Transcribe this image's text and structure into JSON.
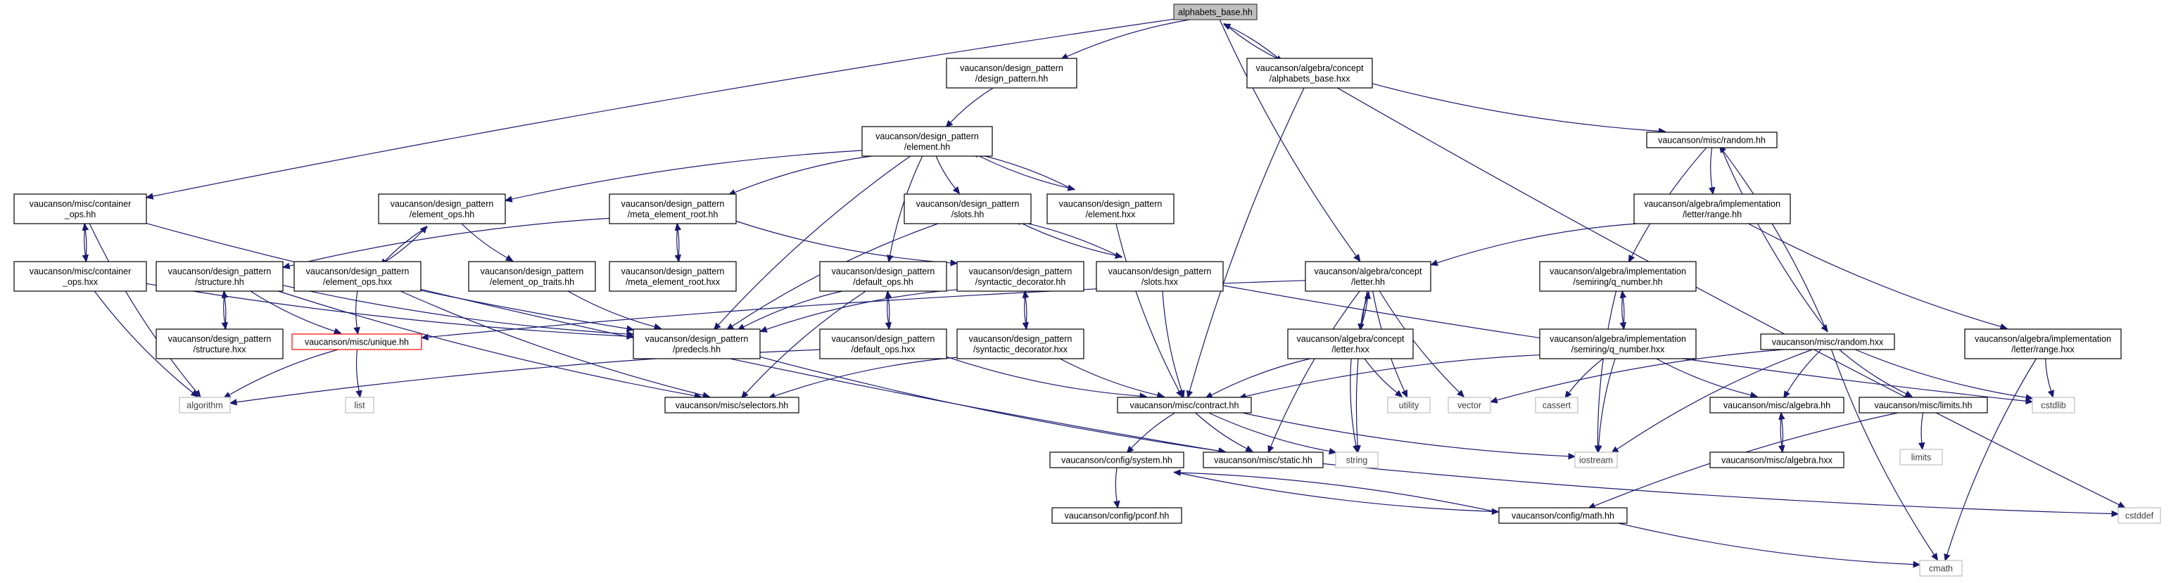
{
  "nodes": [
    {
      "id": "alphabets_base_hh",
      "lines": [
        "alphabets_base.hh"
      ],
      "kind": "current"
    },
    {
      "id": "dp_design_pattern_hh",
      "lines": [
        "vaucanson/design_pattern",
        "/design_pattern.hh"
      ],
      "kind": "normal"
    },
    {
      "id": "algebra_alphabets_base_hxx",
      "lines": [
        "vaucanson/algebra/concept",
        "/alphabets_base.hxx"
      ],
      "kind": "normal"
    },
    {
      "id": "dp_element_hh",
      "lines": [
        "vaucanson/design_pattern",
        "/element.hh"
      ],
      "kind": "normal"
    },
    {
      "id": "misc_random_hh",
      "lines": [
        "vaucanson/misc/random.hh"
      ],
      "kind": "normal"
    },
    {
      "id": "misc_container_ops_hh",
      "lines": [
        "vaucanson/misc/container",
        "_ops.hh"
      ],
      "kind": "normal"
    },
    {
      "id": "dp_element_ops_hh",
      "lines": [
        "vaucanson/design_pattern",
        "/element_ops.hh"
      ],
      "kind": "normal"
    },
    {
      "id": "dp_meta_element_root_hh",
      "lines": [
        "vaucanson/design_pattern",
        "/meta_element_root.hh"
      ],
      "kind": "normal"
    },
    {
      "id": "dp_slots_hh",
      "lines": [
        "vaucanson/design_pattern",
        "/slots.hh"
      ],
      "kind": "normal"
    },
    {
      "id": "dp_element_hxx",
      "lines": [
        "vaucanson/design_pattern",
        "/element.hxx"
      ],
      "kind": "normal"
    },
    {
      "id": "impl_letter_range_hh",
      "lines": [
        "vaucanson/algebra/implementation",
        "/letter/range.hh"
      ],
      "kind": "normal"
    },
    {
      "id": "misc_container_ops_hxx",
      "lines": [
        "vaucanson/misc/container",
        "_ops.hxx"
      ],
      "kind": "normal"
    },
    {
      "id": "dp_structure_hh",
      "lines": [
        "vaucanson/design_pattern",
        "/structure.hh"
      ],
      "kind": "normal"
    },
    {
      "id": "dp_element_ops_hxx",
      "lines": [
        "vaucanson/design_pattern",
        "/element_ops.hxx"
      ],
      "kind": "normal"
    },
    {
      "id": "dp_element_op_traits_hh",
      "lines": [
        "vaucanson/design_pattern",
        "/element_op_traits.hh"
      ],
      "kind": "normal"
    },
    {
      "id": "dp_meta_element_root_hxx",
      "lines": [
        "vaucanson/design_pattern",
        "/meta_element_root.hxx"
      ],
      "kind": "normal"
    },
    {
      "id": "dp_default_ops_hh",
      "lines": [
        "vaucanson/design_pattern",
        "/default_ops.hh"
      ],
      "kind": "normal"
    },
    {
      "id": "dp_syntactic_decorator_hh",
      "lines": [
        "vaucanson/design_pattern",
        "/syntactic_decorator.hh"
      ],
      "kind": "normal"
    },
    {
      "id": "dp_slots_hxx",
      "lines": [
        "vaucanson/design_pattern",
        "/slots.hxx"
      ],
      "kind": "normal"
    },
    {
      "id": "algebra_letter_hh",
      "lines": [
        "vaucanson/algebra/concept",
        "/letter.hh"
      ],
      "kind": "normal"
    },
    {
      "id": "impl_q_number_hh",
      "lines": [
        "vaucanson/algebra/implementation",
        "/semiring/q_number.hh"
      ],
      "kind": "normal"
    },
    {
      "id": "misc_random_hxx",
      "lines": [
        "vaucanson/misc/random.hxx"
      ],
      "kind": "normal"
    },
    {
      "id": "impl_letter_range_hxx",
      "lines": [
        "vaucanson/algebra/implementation",
        "/letter/range.hxx"
      ],
      "kind": "normal"
    },
    {
      "id": "dp_structure_hxx",
      "lines": [
        "vaucanson/design_pattern",
        "/structure.hxx"
      ],
      "kind": "normal"
    },
    {
      "id": "misc_unique_hh",
      "lines": [
        "vaucanson/misc/unique.hh"
      ],
      "kind": "missing"
    },
    {
      "id": "dp_predecls_hh",
      "lines": [
        "vaucanson/design_pattern",
        "/predecls.hh"
      ],
      "kind": "normal"
    },
    {
      "id": "dp_default_ops_hxx",
      "lines": [
        "vaucanson/design_pattern",
        "/default_ops.hxx"
      ],
      "kind": "normal"
    },
    {
      "id": "dp_syntactic_decorator_hxx",
      "lines": [
        "vaucanson/design_pattern",
        "/syntactic_decorator.hxx"
      ],
      "kind": "normal"
    },
    {
      "id": "algebra_letter_hxx",
      "lines": [
        "vaucanson/algebra/concept",
        "/letter.hxx"
      ],
      "kind": "normal"
    },
    {
      "id": "impl_q_number_hxx",
      "lines": [
        "vaucanson/algebra/implementation",
        "/semiring/q_number.hxx"
      ],
      "kind": "normal"
    },
    {
      "id": "algorithm",
      "lines": [
        "algorithm"
      ],
      "kind": "system"
    },
    {
      "id": "list",
      "lines": [
        "list"
      ],
      "kind": "system"
    },
    {
      "id": "misc_selectors_hh",
      "lines": [
        "vaucanson/misc/selectors.hh"
      ],
      "kind": "normal"
    },
    {
      "id": "misc_contract_hh",
      "lines": [
        "vaucanson/misc/contract.hh"
      ],
      "kind": "normal"
    },
    {
      "id": "utility",
      "lines": [
        "utility"
      ],
      "kind": "system"
    },
    {
      "id": "vector",
      "lines": [
        "vector"
      ],
      "kind": "system"
    },
    {
      "id": "cassert",
      "lines": [
        "cassert"
      ],
      "kind": "system"
    },
    {
      "id": "misc_algebra_hh",
      "lines": [
        "vaucanson/misc/algebra.hh"
      ],
      "kind": "normal"
    },
    {
      "id": "misc_limits_hh",
      "lines": [
        "vaucanson/misc/limits.hh"
      ],
      "kind": "normal"
    },
    {
      "id": "cstdlib",
      "lines": [
        "cstdlib"
      ],
      "kind": "system"
    },
    {
      "id": "limits",
      "lines": [
        "limits"
      ],
      "kind": "system"
    },
    {
      "id": "config_system_hh",
      "lines": [
        "vaucanson/config/system.hh"
      ],
      "kind": "normal"
    },
    {
      "id": "misc_static_hh",
      "lines": [
        "vaucanson/misc/static.hh"
      ],
      "kind": "normal"
    },
    {
      "id": "string",
      "lines": [
        "string"
      ],
      "kind": "system"
    },
    {
      "id": "iostream",
      "lines": [
        "iostream"
      ],
      "kind": "system"
    },
    {
      "id": "misc_algebra_hxx",
      "lines": [
        "vaucanson/misc/algebra.hxx"
      ],
      "kind": "normal"
    },
    {
      "id": "config_pconf_hh",
      "lines": [
        "vaucanson/config/pconf.hh"
      ],
      "kind": "normal"
    },
    {
      "id": "config_math_hh",
      "lines": [
        "vaucanson/config/math.hh"
      ],
      "kind": "normal"
    },
    {
      "id": "cstddef",
      "lines": [
        "cstddef"
      ],
      "kind": "system"
    },
    {
      "id": "cmath",
      "lines": [
        "cmath"
      ],
      "kind": "system"
    }
  ],
  "edges": [
    [
      "alphabets_base_hh",
      "dp_design_pattern_hh"
    ],
    [
      "alphabets_base_hh",
      "algebra_alphabets_base_hxx"
    ],
    [
      "alphabets_base_hh",
      "misc_container_ops_hh"
    ],
    [
      "alphabets_base_hh",
      "algebra_letter_hh"
    ],
    [
      "dp_design_pattern_hh",
      "dp_element_hh"
    ],
    [
      "algebra_alphabets_base_hxx",
      "alphabets_base_hh"
    ],
    [
      "algebra_alphabets_base_hxx",
      "misc_random_hh"
    ],
    [
      "algebra_alphabets_base_hxx",
      "misc_contract_hh"
    ],
    [
      "algebra_alphabets_base_hxx",
      "cstddef"
    ],
    [
      "dp_element_hh",
      "dp_element_ops_hh"
    ],
    [
      "dp_element_hh",
      "dp_meta_element_root_hh"
    ],
    [
      "dp_element_hh",
      "dp_slots_hh"
    ],
    [
      "dp_element_hh",
      "dp_element_hxx"
    ],
    [
      "dp_element_hh",
      "dp_default_ops_hh"
    ],
    [
      "dp_element_hh",
      "dp_predecls_hh"
    ],
    [
      "dp_element_hxx",
      "dp_element_hh"
    ],
    [
      "dp_element_hxx",
      "misc_contract_hh"
    ],
    [
      "misc_random_hh",
      "impl_letter_range_hh"
    ],
    [
      "misc_random_hh",
      "impl_q_number_hh"
    ],
    [
      "misc_random_hh",
      "misc_random_hxx"
    ],
    [
      "misc_random_hxx",
      "misc_random_hh"
    ],
    [
      "misc_random_hxx",
      "misc_algebra_hh"
    ],
    [
      "misc_random_hxx",
      "misc_limits_hh"
    ],
    [
      "misc_random_hxx",
      "cstdlib"
    ],
    [
      "misc_random_hxx",
      "iostream"
    ],
    [
      "misc_random_hxx",
      "vector"
    ],
    [
      "misc_random_hxx",
      "cmath"
    ],
    [
      "impl_letter_range_hh",
      "algebra_letter_hh"
    ],
    [
      "impl_letter_range_hh",
      "impl_letter_range_hxx"
    ],
    [
      "impl_letter_range_hxx",
      "cstdlib"
    ],
    [
      "impl_letter_range_hxx",
      "cmath"
    ],
    [
      "misc_container_ops_hh",
      "misc_container_ops_hxx"
    ],
    [
      "misc_container_ops_hh",
      "algorithm"
    ],
    [
      "misc_container_ops_hh",
      "dp_predecls_hh"
    ],
    [
      "misc_container_ops_hxx",
      "misc_container_ops_hh"
    ],
    [
      "misc_container_ops_hxx",
      "algorithm"
    ],
    [
      "misc_container_ops_hxx",
      "dp_predecls_hh"
    ],
    [
      "dp_element_ops_hh",
      "dp_element_ops_hxx"
    ],
    [
      "dp_element_ops_hh",
      "dp_element_op_traits_hh"
    ],
    [
      "dp_element_ops_hxx",
      "dp_element_ops_hh"
    ],
    [
      "dp_element_ops_hxx",
      "misc_unique_hh"
    ],
    [
      "dp_element_ops_hxx",
      "misc_selectors_hh"
    ],
    [
      "dp_element_ops_hxx",
      "misc_static_hh"
    ],
    [
      "dp_element_op_traits_hh",
      "dp_predecls_hh"
    ],
    [
      "dp_meta_element_root_hh",
      "dp_meta_element_root_hxx"
    ],
    [
      "dp_meta_element_root_hh",
      "dp_structure_hh"
    ],
    [
      "dp_meta_element_root_hh",
      "dp_syntactic_decorator_hh"
    ],
    [
      "dp_meta_element_root_hxx",
      "dp_meta_element_root_hh"
    ],
    [
      "dp_structure_hh",
      "dp_structure_hxx"
    ],
    [
      "dp_structure_hh",
      "misc_unique_hh"
    ],
    [
      "dp_structure_hh",
      "dp_predecls_hh"
    ],
    [
      "dp_structure_hh",
      "misc_selectors_hh"
    ],
    [
      "dp_structure_hxx",
      "dp_structure_hh"
    ],
    [
      "misc_unique_hh",
      "algorithm"
    ],
    [
      "misc_unique_hh",
      "list"
    ],
    [
      "dp_slots_hh",
      "dp_slots_hxx"
    ],
    [
      "dp_slots_hh",
      "dp_predecls_hh"
    ],
    [
      "dp_slots_hxx",
      "dp_slots_hh"
    ],
    [
      "dp_slots_hxx",
      "misc_contract_hh"
    ],
    [
      "dp_slots_hxx",
      "cstdlib"
    ],
    [
      "dp_default_ops_hh",
      "dp_default_ops_hxx"
    ],
    [
      "dp_default_ops_hh",
      "dp_predecls_hh"
    ],
    [
      "dp_default_ops_hh",
      "misc_selectors_hh"
    ],
    [
      "dp_default_ops_hxx",
      "dp_default_ops_hh"
    ],
    [
      "dp_default_ops_hxx",
      "algorithm"
    ],
    [
      "dp_default_ops_hxx",
      "misc_contract_hh"
    ],
    [
      "dp_syntactic_decorator_hh",
      "dp_syntactic_decorator_hxx"
    ],
    [
      "dp_syntactic_decorator_hh",
      "dp_predecls_hh"
    ],
    [
      "dp_syntactic_decorator_hxx",
      "dp_syntactic_decorator_hh"
    ],
    [
      "dp_syntactic_decorator_hxx",
      "misc_selectors_hh"
    ],
    [
      "dp_syntactic_decorator_hxx",
      "misc_contract_hh"
    ],
    [
      "dp_predecls_hh",
      "misc_static_hh"
    ],
    [
      "algebra_letter_hh",
      "algebra_letter_hxx"
    ],
    [
      "algebra_letter_hh",
      "misc_unique_hh"
    ],
    [
      "algebra_letter_hh",
      "utility"
    ],
    [
      "algebra_letter_hh",
      "vector"
    ],
    [
      "algebra_letter_hh",
      "string"
    ],
    [
      "algebra_letter_hh",
      "misc_static_hh"
    ],
    [
      "algebra_letter_hxx",
      "algebra_letter_hh"
    ],
    [
      "algebra_letter_hxx",
      "misc_contract_hh"
    ],
    [
      "algebra_letter_hxx",
      "utility"
    ],
    [
      "algebra_letter_hxx",
      "string"
    ],
    [
      "impl_q_number_hh",
      "impl_q_number_hxx"
    ],
    [
      "impl_q_number_hh",
      "iostream"
    ],
    [
      "impl_q_number_hxx",
      "impl_q_number_hh"
    ],
    [
      "impl_q_number_hxx",
      "cassert"
    ],
    [
      "impl_q_number_hxx",
      "misc_contract_hh"
    ],
    [
      "impl_q_number_hxx",
      "misc_algebra_hh"
    ],
    [
      "impl_q_number_hxx",
      "iostream"
    ],
    [
      "misc_contract_hh",
      "config_system_hh"
    ],
    [
      "misc_contract_hh",
      "misc_static_hh"
    ],
    [
      "misc_contract_hh",
      "string"
    ],
    [
      "misc_contract_hh",
      "iostream"
    ],
    [
      "misc_algebra_hh",
      "misc_algebra_hxx"
    ],
    [
      "misc_algebra_hxx",
      "misc_algebra_hh"
    ],
    [
      "misc_limits_hh",
      "limits"
    ],
    [
      "misc_limits_hh",
      "config_math_hh"
    ],
    [
      "config_system_hh",
      "config_pconf_hh"
    ],
    [
      "config_system_hh",
      "config_math_hh"
    ],
    [
      "config_math_hh",
      "config_system_hh"
    ],
    [
      "config_math_hh",
      "cmath"
    ],
    [
      "misc_static_hh",
      "cstddef"
    ]
  ]
}
